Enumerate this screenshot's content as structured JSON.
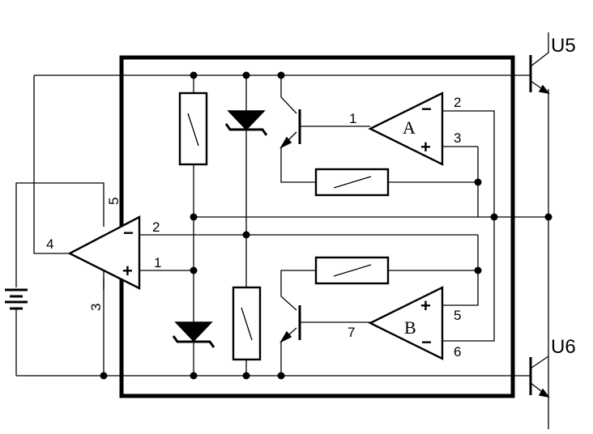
{
  "transistors": {
    "upper_label": "U5",
    "lower_label": "U6"
  },
  "opamps": {
    "a": {
      "name": "A",
      "minus_sign": "−",
      "plus_sign": "+",
      "pins": {
        "out": "1",
        "minus": "2",
        "plus": "3"
      }
    },
    "b": {
      "name": "B",
      "minus_sign": "−",
      "plus_sign": "+",
      "pins": {
        "plus": "5",
        "minus": "6",
        "out": "7"
      }
    },
    "left": {
      "minus_sign": "−",
      "plus_sign": "+",
      "pins": {
        "out": "4",
        "minus": "2",
        "plus": "1",
        "supply_top": "5",
        "supply_bottom": "3"
      }
    }
  }
}
